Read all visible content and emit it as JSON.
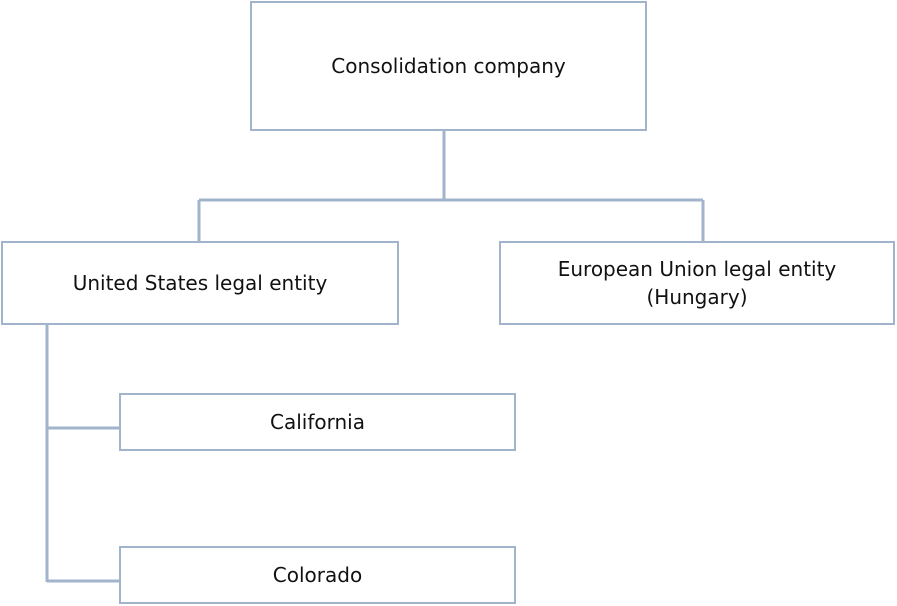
{
  "colors": {
    "connector": "#a2b4cc",
    "box_border": "#a2b4cc",
    "text": "#111111",
    "background": "#ffffff"
  },
  "nodes": {
    "root": {
      "label": "Consolidation company"
    },
    "us": {
      "label": "United States legal entity"
    },
    "eu": {
      "line1": "European Union legal entity",
      "line2": "(Hungary)"
    },
    "california": {
      "label": "California"
    },
    "colorado": {
      "label": "Colorado"
    }
  }
}
